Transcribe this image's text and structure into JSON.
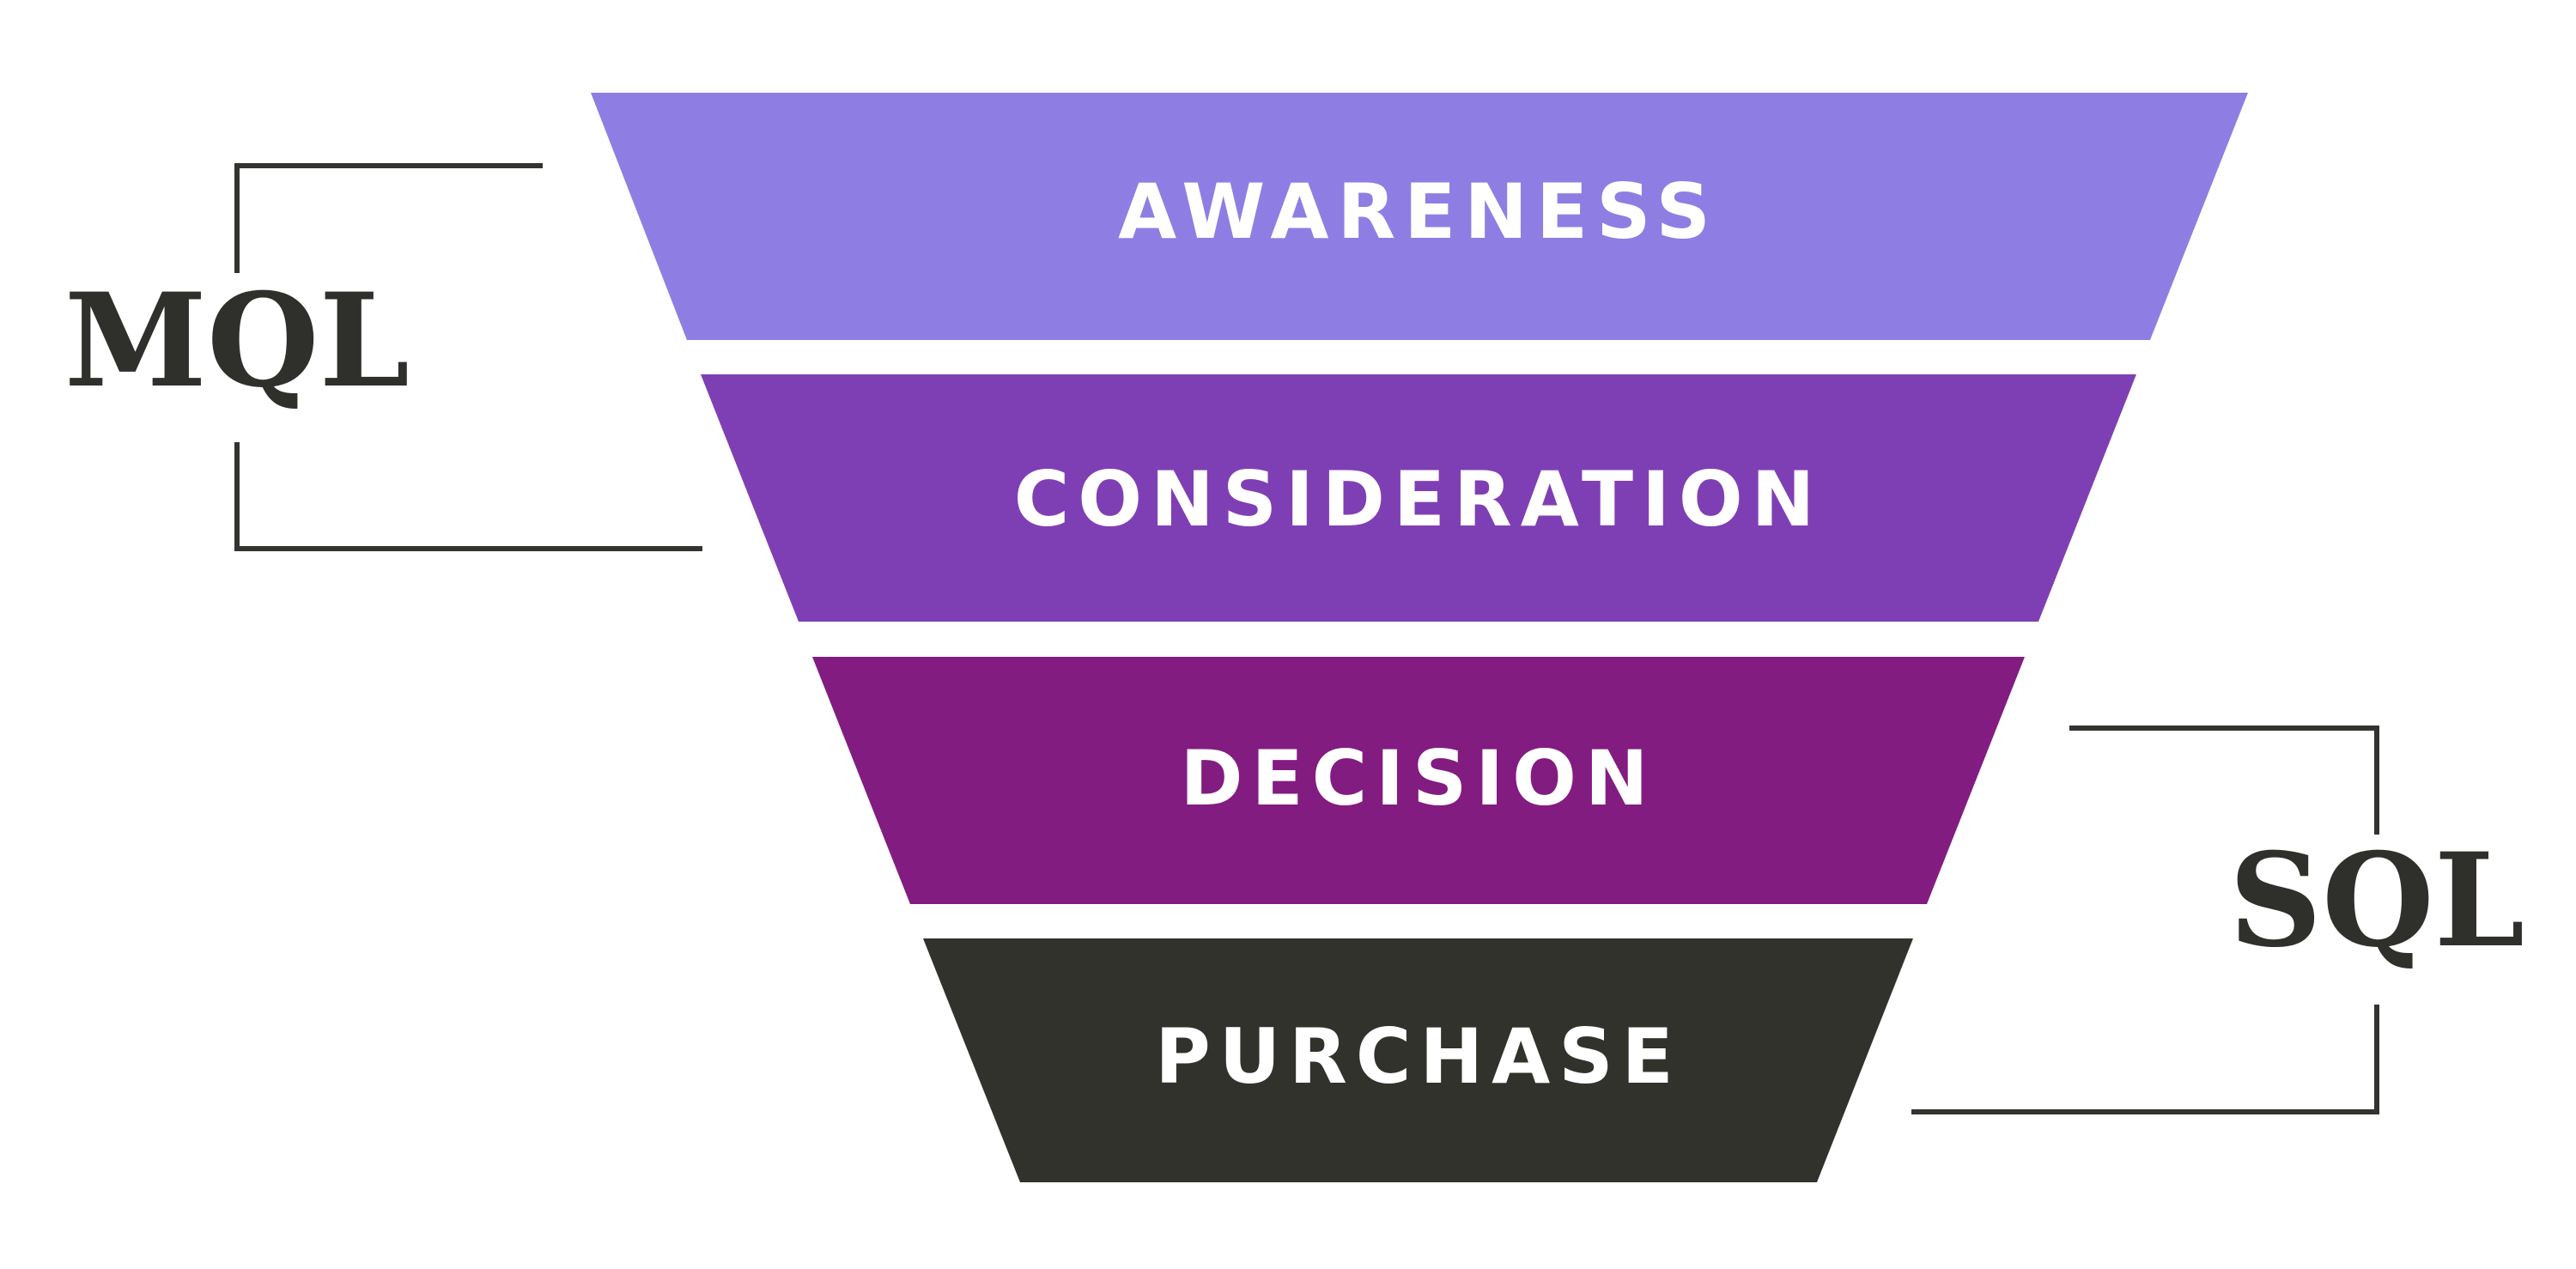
{
  "funnel": {
    "stages": [
      {
        "label": "AWARENESS",
        "color": "#8e7ee3"
      },
      {
        "label": "CONSIDERATION",
        "color": "#7f3fb4"
      },
      {
        "label": "DECISION",
        "color": "#821c80"
      },
      {
        "label": "PURCHASE",
        "color": "#32322d"
      }
    ]
  },
  "groups": {
    "mql": {
      "label": "MQL"
    },
    "sql": {
      "label": "SQL"
    }
  },
  "colors": {
    "background": "#ffffff",
    "bracket": "#333330",
    "group_text": "#2f2f2b"
  }
}
